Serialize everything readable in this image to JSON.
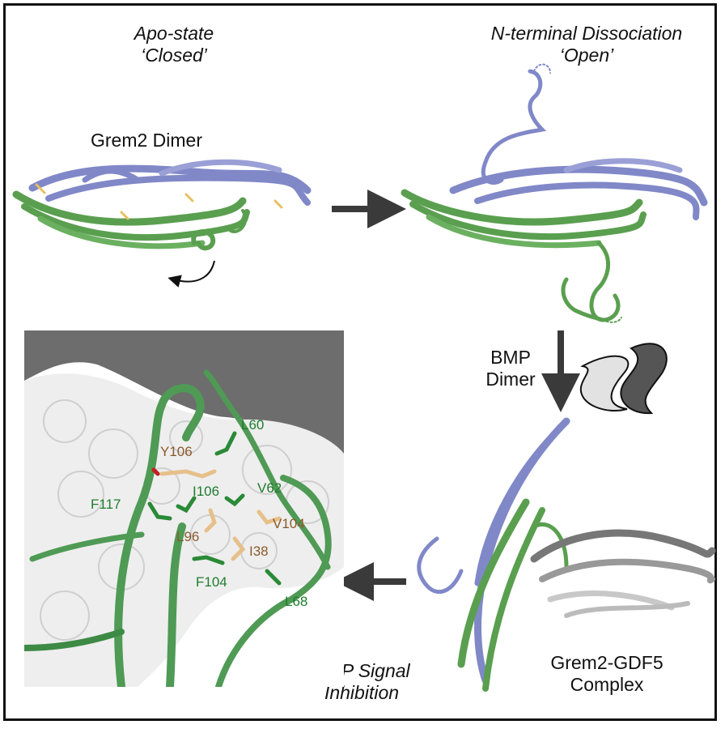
{
  "states": {
    "closed_line1": "Apo-state",
    "closed_line2": "‘Closed’",
    "open_line1": "N-terminal Dissociation",
    "open_line2": "‘Open’"
  },
  "labels": {
    "grem2_dimer": "Grem2 Dimer",
    "bmp_line1": "BMP",
    "bmp_line2": "Dimer",
    "complex_line1": "Grem2-GDF5",
    "complex_line2": "Complex",
    "inhibition_line1": "BMP Signal",
    "inhibition_line2": "Inhibition"
  },
  "residues_grem2": [
    "L60",
    "V62",
    "I106",
    "F117",
    "F104",
    "L68"
  ],
  "residues_bmp": [
    "Y106",
    "L96",
    "V104",
    "I38"
  ],
  "colors": {
    "grem2_chain_a": "#5a9f4f",
    "grem2_chain_b": "#8088c8",
    "gdf5_dark": "#555555",
    "gdf5_light": "#d8d8d8",
    "residue_green": "#1e7d2e",
    "residue_tan": "#e6c08a",
    "arrow": "#3a3a3a"
  }
}
